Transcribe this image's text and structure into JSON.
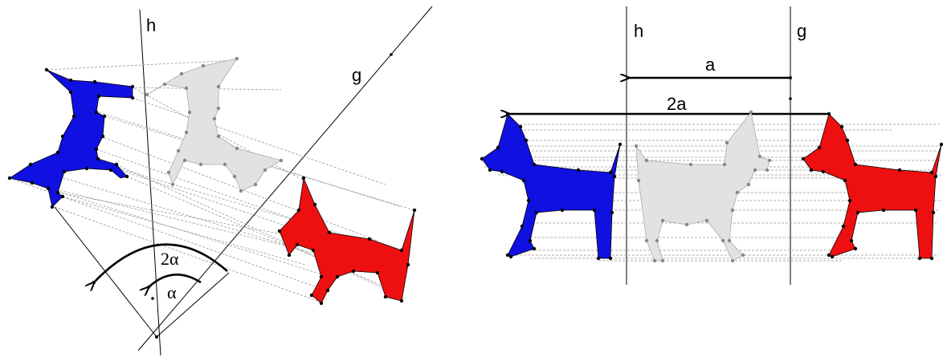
{
  "left_panel": {
    "labels": {
      "line_h": "h",
      "line_g": "g",
      "double_angle": "2α",
      "angle": "α"
    },
    "colors": {
      "original": "#1010e0",
      "intermediate": "#e2e2e2",
      "image": "#ee1010",
      "construction": "#555555"
    }
  },
  "right_panel": {
    "labels": {
      "line_h": "h",
      "line_g": "g",
      "shift": "a",
      "double_shift": "2a"
    },
    "colors": {
      "original": "#1010e0",
      "intermediate": "#e2e2e2",
      "image": "#ee1010",
      "construction": "#555555"
    }
  }
}
